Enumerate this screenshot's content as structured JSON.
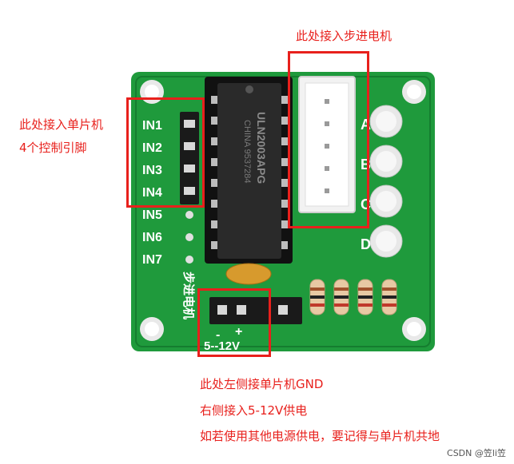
{
  "annotations": {
    "motor": "此处接入步进电机",
    "mcu_line1": "此处接入单片机",
    "mcu_line2": "4个控制引脚",
    "power_line1": "此处左侧接单片机GND",
    "power_line2": "右侧接入5-12V供电",
    "power_line3": "如若使用其他电源供电，要记得与单片机共地"
  },
  "board": {
    "inputs": [
      "IN1",
      "IN2",
      "IN3",
      "IN4",
      "IN5",
      "IN6",
      "IN7"
    ],
    "led_labels": [
      "A",
      "B",
      "C",
      "D"
    ],
    "chip_text": [
      "CHINA 9537284",
      "ULN2003APG"
    ],
    "vertical_label": "步进电机",
    "power_minus": "-",
    "power_plus": "+",
    "power_range": "5--12V",
    "colors": {
      "pcb": "#1f9a3c",
      "pcb_dark": "#137a2c",
      "annotation": "#e8201c",
      "connector": "#f2f2f2"
    }
  },
  "watermark": "CSDN @笠li笠"
}
